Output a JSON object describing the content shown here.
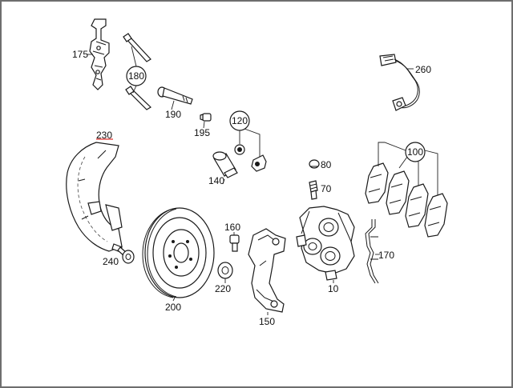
{
  "diagram": {
    "highlight_color": "#e0322c",
    "parts": [
      {
        "id": "p175",
        "label": "175"
      },
      {
        "id": "p180",
        "label": "180"
      },
      {
        "id": "p190",
        "label": "190"
      },
      {
        "id": "p195",
        "label": "195"
      },
      {
        "id": "p120",
        "label": "120"
      },
      {
        "id": "p260",
        "label": "260"
      },
      {
        "id": "p230",
        "label": "230",
        "highlighted": true
      },
      {
        "id": "p140",
        "label": "140"
      },
      {
        "id": "p80",
        "label": "80"
      },
      {
        "id": "p70",
        "label": "70"
      },
      {
        "id": "p100",
        "label": "100"
      },
      {
        "id": "p160",
        "label": "160"
      },
      {
        "id": "p240",
        "label": "240"
      },
      {
        "id": "p220",
        "label": "220"
      },
      {
        "id": "p200",
        "label": "200"
      },
      {
        "id": "p150",
        "label": "150"
      },
      {
        "id": "p10",
        "label": "10"
      },
      {
        "id": "p170",
        "label": "170"
      }
    ]
  }
}
